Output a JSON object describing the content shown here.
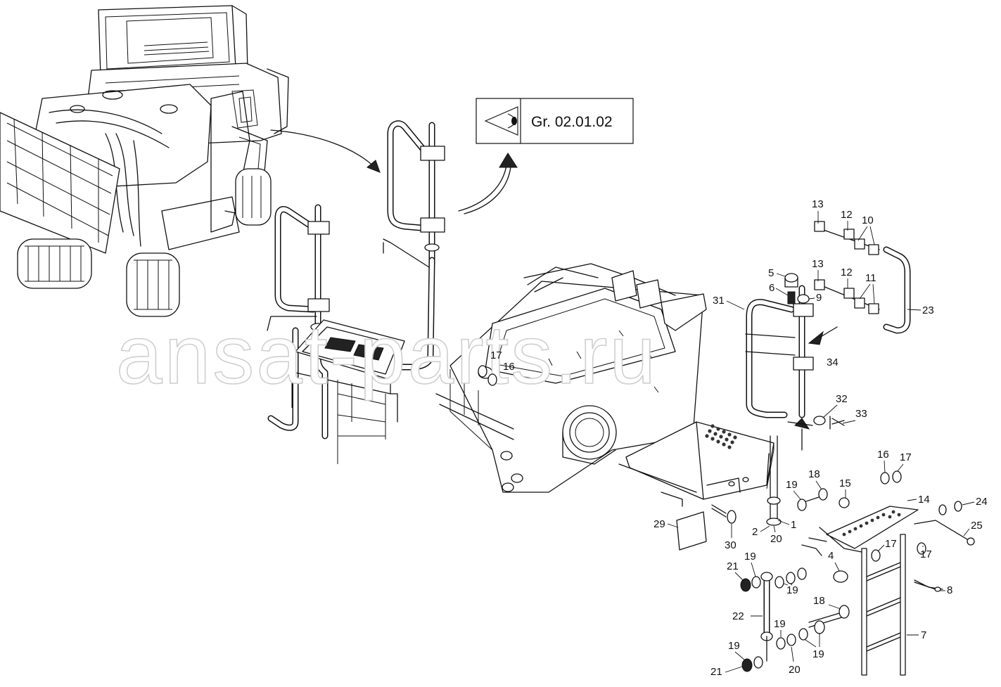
{
  "reference_box": {
    "label": "Gr. 02.01.02",
    "icon": "eye-icon"
  },
  "watermark": "ansat-parts.ru",
  "callouts": [
    {
      "id": "c13a",
      "text": "13"
    },
    {
      "id": "c12a",
      "text": "12"
    },
    {
      "id": "c10",
      "text": "10"
    },
    {
      "id": "c5",
      "text": "5"
    },
    {
      "id": "c13b",
      "text": "13"
    },
    {
      "id": "c12b",
      "text": "12"
    },
    {
      "id": "c11",
      "text": "11"
    },
    {
      "id": "c6",
      "text": "6"
    },
    {
      "id": "c9",
      "text": "9"
    },
    {
      "id": "c31",
      "text": "31"
    },
    {
      "id": "c23",
      "text": "23"
    },
    {
      "id": "c34",
      "text": "34"
    },
    {
      "id": "c17a",
      "text": "17"
    },
    {
      "id": "c16a",
      "text": "16"
    },
    {
      "id": "c32",
      "text": "32"
    },
    {
      "id": "c33",
      "text": "33"
    },
    {
      "id": "c16b",
      "text": "16"
    },
    {
      "id": "c17b",
      "text": "17"
    },
    {
      "id": "c18a",
      "text": "18"
    },
    {
      "id": "c19a",
      "text": "19"
    },
    {
      "id": "c15",
      "text": "15"
    },
    {
      "id": "c14",
      "text": "14"
    },
    {
      "id": "c24",
      "text": "24"
    },
    {
      "id": "c29",
      "text": "29"
    },
    {
      "id": "c2",
      "text": "2"
    },
    {
      "id": "c1",
      "text": "1"
    },
    {
      "id": "c20a",
      "text": "20"
    },
    {
      "id": "c30",
      "text": "30"
    },
    {
      "id": "c25",
      "text": "25"
    },
    {
      "id": "c4",
      "text": "4"
    },
    {
      "id": "c17c",
      "text": "17"
    },
    {
      "id": "c17d",
      "text": "17"
    },
    {
      "id": "c21a",
      "text": "21"
    },
    {
      "id": "c19b",
      "text": "19"
    },
    {
      "id": "c19c",
      "text": "19"
    },
    {
      "id": "c8",
      "text": "8"
    },
    {
      "id": "c22",
      "text": "22"
    },
    {
      "id": "c18b",
      "text": "18"
    },
    {
      "id": "c19d",
      "text": "19"
    },
    {
      "id": "c19e",
      "text": "19"
    },
    {
      "id": "c19f",
      "text": "19"
    },
    {
      "id": "c7",
      "text": "7"
    },
    {
      "id": "c20b",
      "text": "20"
    },
    {
      "id": "c21b",
      "text": "21"
    }
  ]
}
